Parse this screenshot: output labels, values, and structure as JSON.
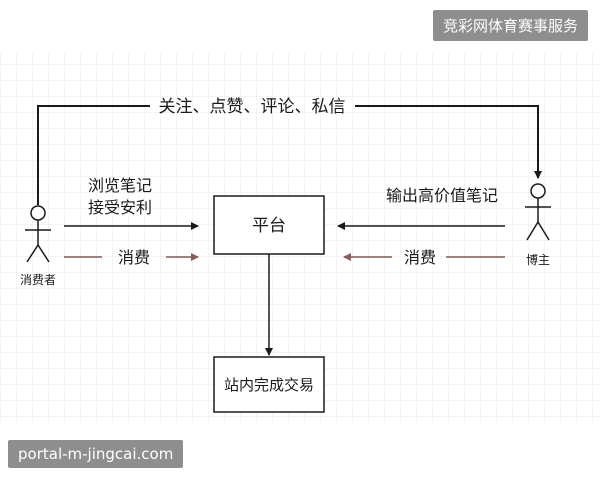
{
  "watermark_top": "竞彩网体育赛事服务",
  "watermark_bottom": "portal-m-jingcai.com",
  "actors": {
    "consumer": "消费者",
    "blogger": "博主"
  },
  "boxes": {
    "platform": "平台",
    "transaction": "站内完成交易"
  },
  "edges": {
    "top_feedback": "关注、点赞、评论、私信",
    "browse_line1": "浏览笔记",
    "browse_line2": "接受安利",
    "consume_left": "消费",
    "output": "输出高价值笔记",
    "consume_right": "消费"
  },
  "colors": {
    "line": "#1a1a1a",
    "consume_arrow": "#8b5a55",
    "grid": "#e9e9e9"
  }
}
